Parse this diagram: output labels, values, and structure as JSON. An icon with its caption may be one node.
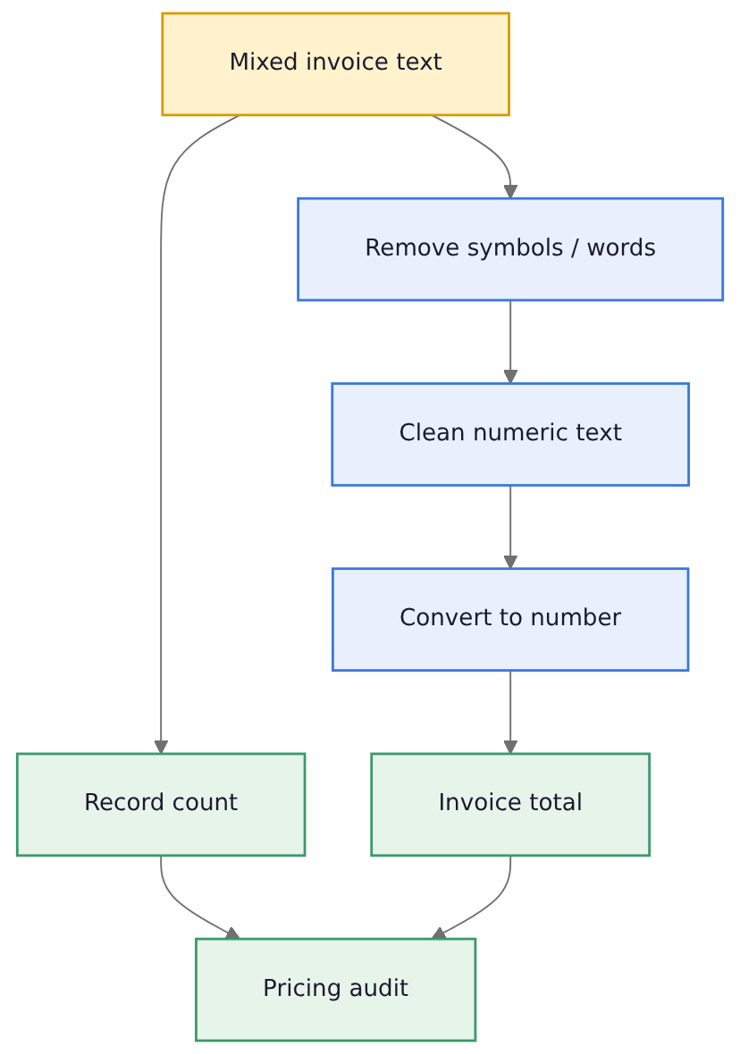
{
  "diagram": {
    "nodes": [
      {
        "text": [
          "Mixed invoice text"
        ]
      },
      {
        "text": [
          "Remove symbols / words"
        ]
      },
      {
        "text": [
          "Clean numeric text"
        ]
      },
      {
        "text": [
          "Convert to number"
        ]
      },
      {
        "text": [
          "Record count"
        ]
      },
      {
        "text": [
          "Invoice total"
        ]
      },
      {
        "text": [
          "Pricing audit"
        ]
      }
    ],
    "edges": [
      {
        "from": 0,
        "to": 1,
        "arrow": "to"
      },
      {
        "from": 1,
        "to": 2,
        "arrow": "to"
      },
      {
        "from": 2,
        "to": 3,
        "arrow": "to"
      },
      {
        "from": 0,
        "to": 4,
        "arrow": "to"
      },
      {
        "from": 3,
        "to": 5,
        "arrow": "to"
      },
      {
        "from": 4,
        "to": 6,
        "arrow": "to"
      },
      {
        "from": 5,
        "to": 6,
        "arrow": "to"
      }
    ]
  }
}
